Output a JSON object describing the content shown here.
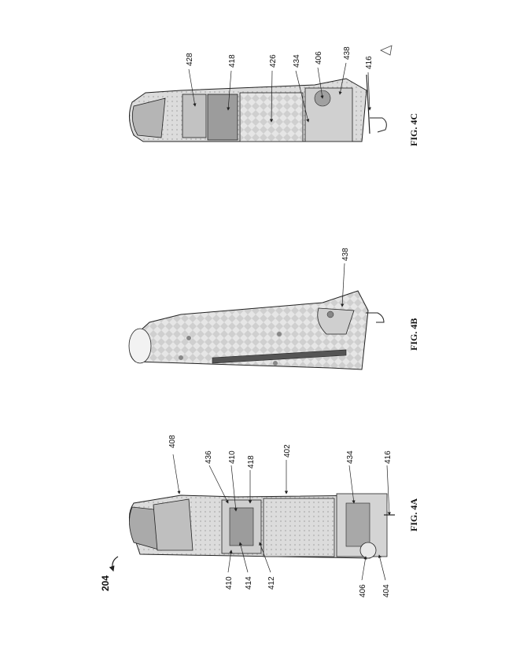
{
  "sheet_ref": "204",
  "figures": {
    "fig4a": {
      "caption": "FIG. 4A",
      "labels": {
        "l408": "408",
        "l436": "436",
        "l410a": "410",
        "l418": "418",
        "l402": "402",
        "l434": "434",
        "l416": "416",
        "l410b": "410",
        "l414": "414",
        "l412": "412",
        "l406": "406",
        "l404": "404"
      }
    },
    "fig4b": {
      "caption": "FIG. 4B",
      "labels": {
        "l438": "438"
      }
    },
    "fig4c": {
      "caption": "FIG. 4C",
      "labels": {
        "l428": "428",
        "l418": "418",
        "l426": "426",
        "l434": "434",
        "l406": "406",
        "l438": "438",
        "l416": "416"
      }
    }
  },
  "colors": {
    "line": "#222222",
    "body_fill": "#d9d9d9",
    "light_fill": "#ececec",
    "dark_fill": "#9a9a9a"
  }
}
